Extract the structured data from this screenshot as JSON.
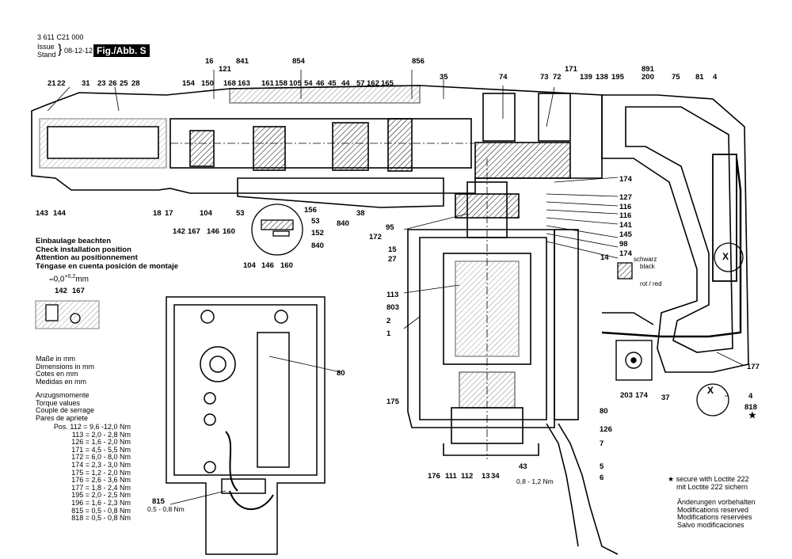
{
  "header": {
    "part_number": "3 611 C21 000",
    "issue_line1": "Issue",
    "issue_line2": "Stand",
    "issue_date": "08-12-12",
    "figure_label": "Fig./Abb. S"
  },
  "installation_note": [
    "Einbaulage beachten",
    "Check installation position",
    "Attention au positionnement",
    "Téngase en cuenta posición de montaje"
  ],
  "tolerance_label": "0,0",
  "tolerance_sup": "+0,2",
  "tolerance_unit": "mm",
  "dimensions_note": [
    "Maße in mm",
    "Dimensions in mm",
    "Cotes en mm",
    "Medidas en mm"
  ],
  "torque_note": [
    "Anzugsmomente",
    "Torque values",
    "Couple de serrage",
    "Pares de apriete"
  ],
  "torque_table": [
    "Pos. 112 = 9,6 -12,0 Nm",
    "113 = 2,0 - 2,8 Nm",
    "126 = 1,6 - 2,0 Nm",
    "171 = 4,5 - 5,5 Nm",
    "172 = 6,0 - 8,0 Nm",
    "174 = 2,3 - 3,0 Nm",
    "175 = 1,2 - 2,0 Nm",
    "176 = 2,6 - 3,6 Nm",
    "177 = 1,8 - 2,4 Nm",
    "195 = 2,0 - 2,5 Nm",
    "196 = 1,6 - 2,3 Nm",
    "815 = 0,5 - 0,8 Nm",
    "818 = 0,5 - 0,8 Nm"
  ],
  "loctite_note": [
    "secure with Loctite 222",
    "mit Loctite 222 sichern"
  ],
  "modifications_note": [
    "Änderungen vorbehalten",
    "Modifications reserved",
    "Modifications reservées",
    "Salvo modificaciones"
  ],
  "wire_colors": {
    "top": "schwarz",
    "top2": "black",
    "bottom": "rot / red"
  },
  "torque_43": "0,8 - 1,2 Nm",
  "torque_815": "0,5 - 0,8 Nm",
  "symbols": {
    "x": "X",
    "star": "★"
  },
  "part_labels": {
    "top_row": [
      "16",
      "841",
      "854",
      "856",
      "21",
      "22",
      "31",
      "23",
      "26",
      "25",
      "28",
      "154",
      "150",
      "121",
      "168",
      "163",
      "161",
      "158",
      "105",
      "54",
      "46",
      "45",
      "44",
      "57",
      "162",
      "165",
      "35",
      "74",
      "73",
      "72",
      "171",
      "139",
      "138",
      "195",
      "891",
      "200",
      "75",
      "81",
      "4"
    ],
    "left_bottom": [
      "143",
      "144",
      "18",
      "17",
      "142",
      "167",
      "104",
      "146",
      "160",
      "53",
      "840",
      "38"
    ],
    "inset": [
      "156",
      "53",
      "152",
      "840",
      "104",
      "146",
      "160"
    ],
    "inset2": [
      "142",
      "167"
    ],
    "right_column": [
      "174",
      "127",
      "116",
      "116",
      "141",
      "145",
      "98",
      "174",
      "14",
      "177",
      "4",
      "818",
      "37",
      "203",
      "174",
      "80",
      "126",
      "7",
      "5",
      "6"
    ],
    "motor_left": [
      "95",
      "172",
      "15",
      "27",
      "113",
      "803",
      "2",
      "1",
      "175",
      "176",
      "111",
      "112",
      "13",
      "34",
      "43",
      "80",
      "815"
    ]
  }
}
